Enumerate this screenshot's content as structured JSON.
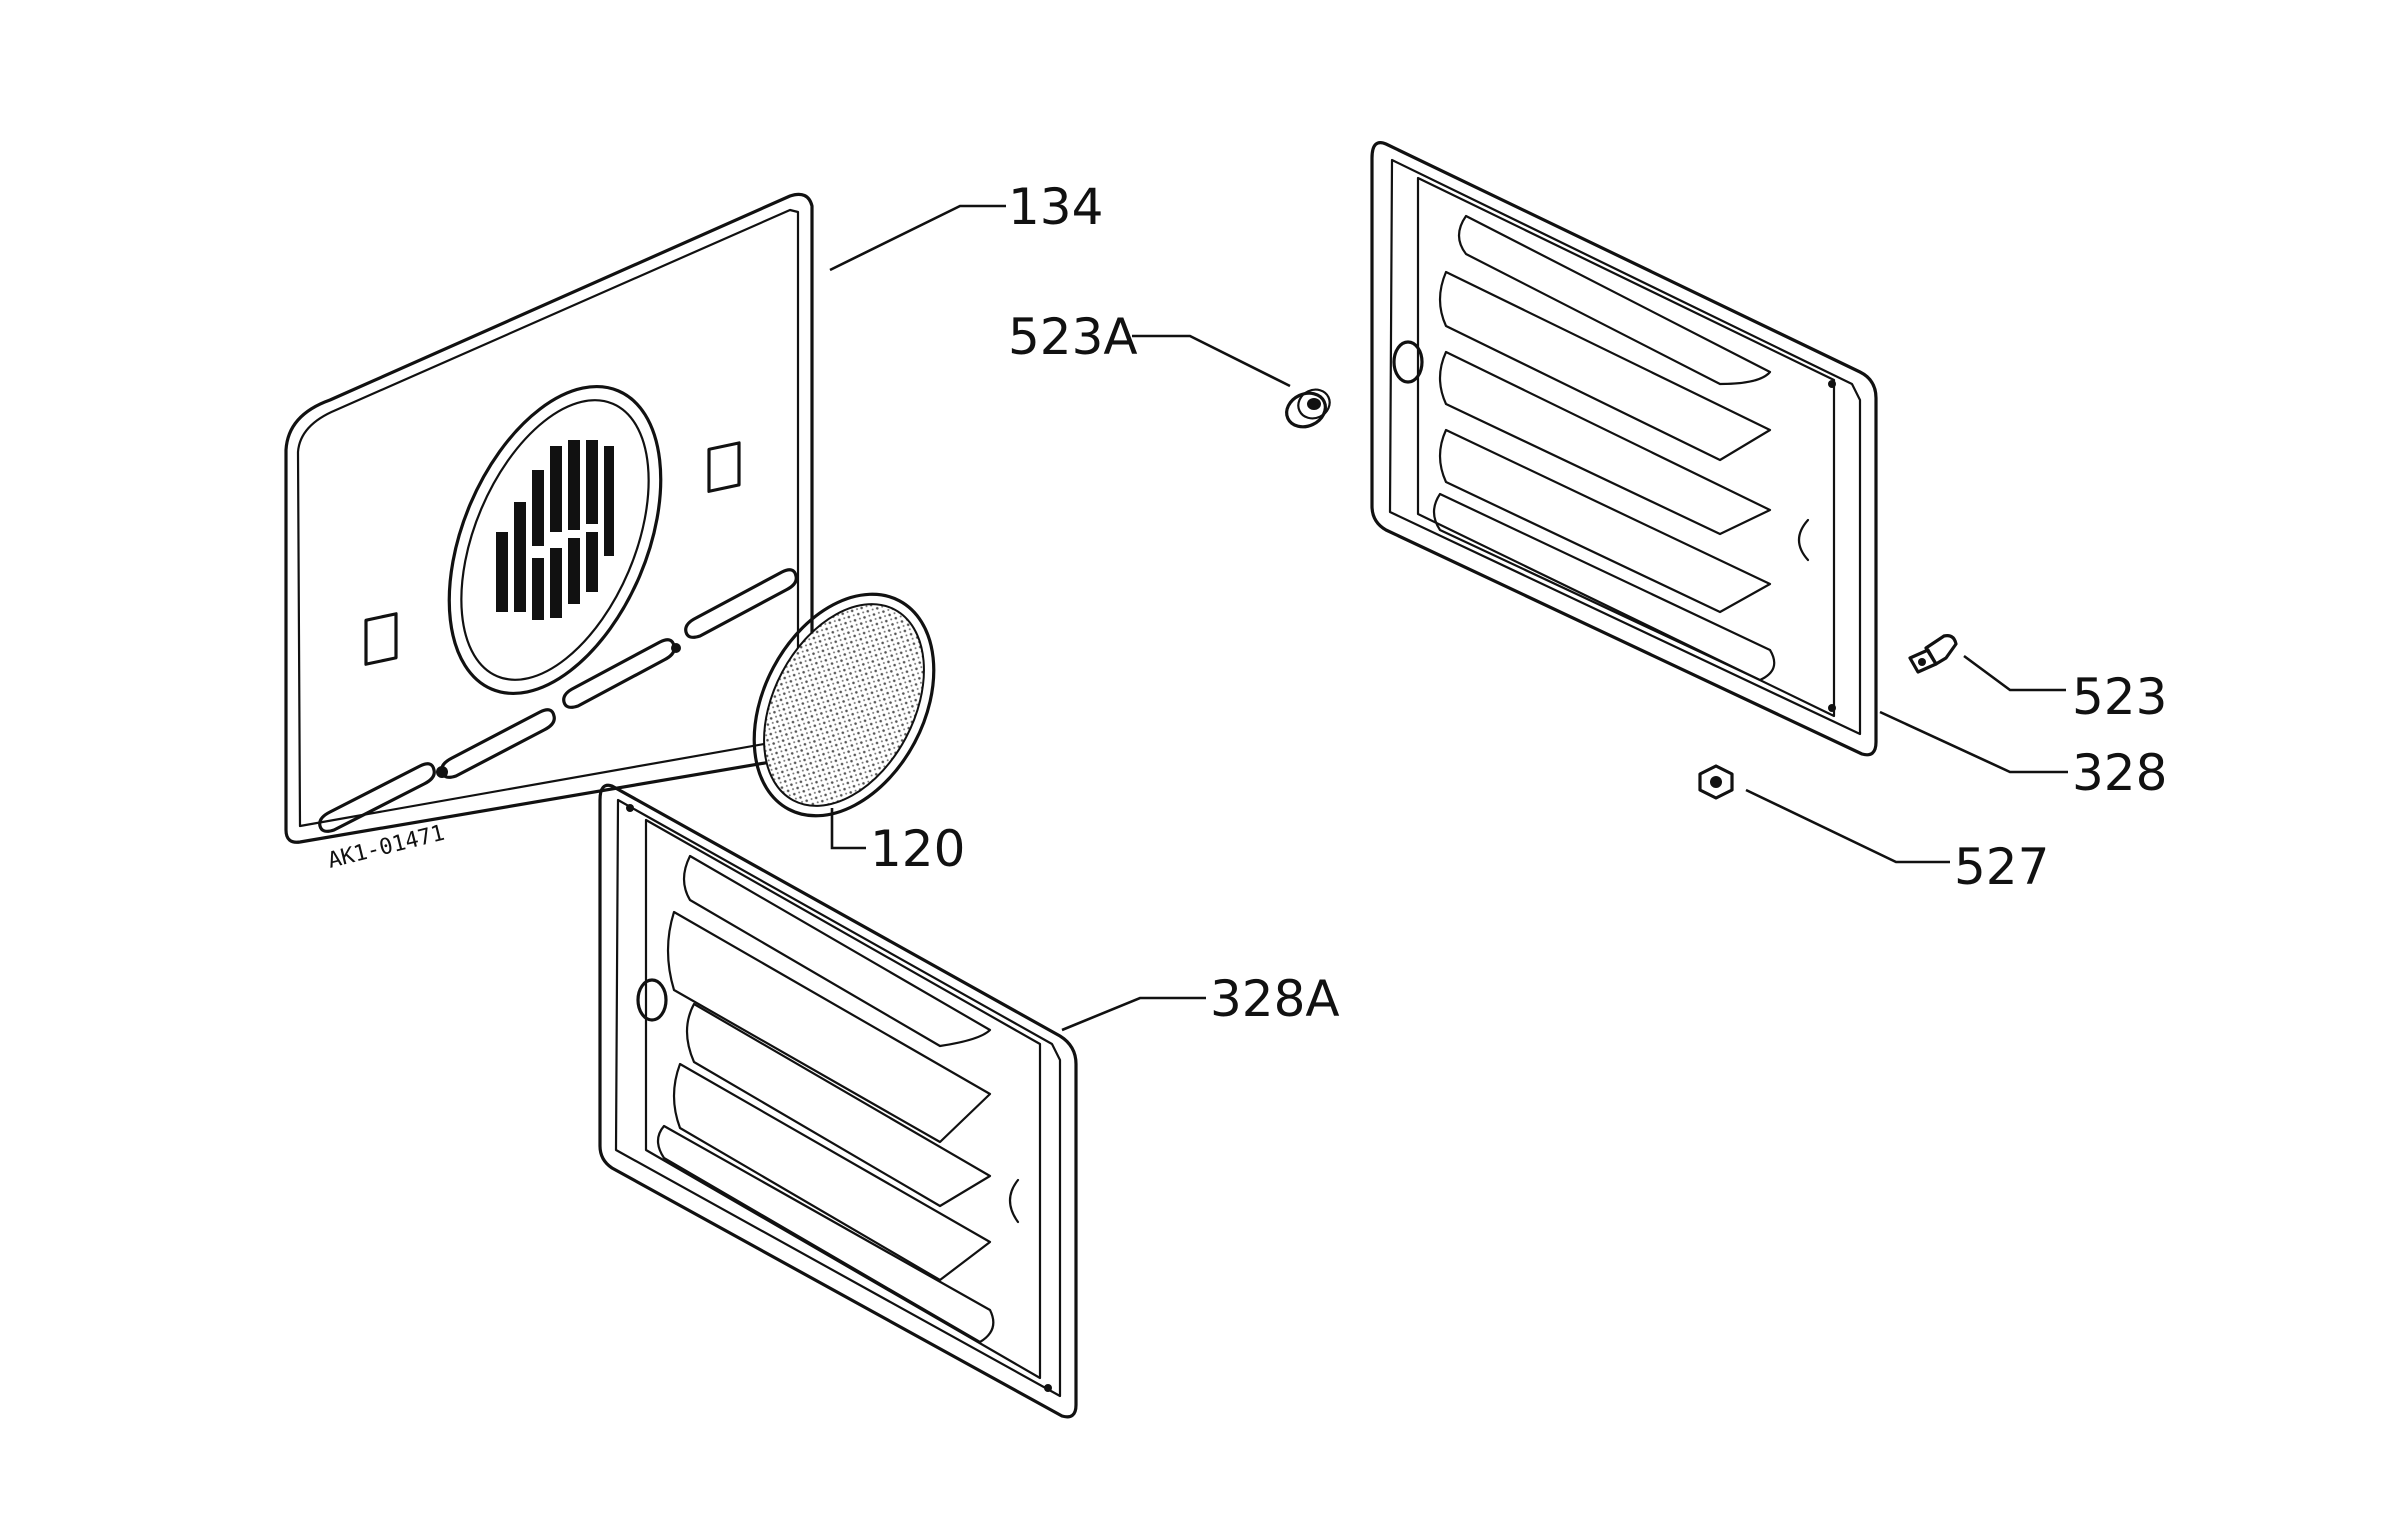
{
  "parts": [
    {
      "key": "p134",
      "label": "134"
    },
    {
      "key": "p523a",
      "label": "523A"
    },
    {
      "key": "p120",
      "label": "120"
    },
    {
      "key": "p328a",
      "label": "328A"
    },
    {
      "key": "p523",
      "label": "523"
    },
    {
      "key": "p328",
      "label": "328"
    },
    {
      "key": "p527",
      "label": "527"
    }
  ],
  "drawing_code": "AK1-01471",
  "colors": {
    "line": "#111111",
    "background": "#ffffff",
    "screen": "#b5b5b5"
  }
}
